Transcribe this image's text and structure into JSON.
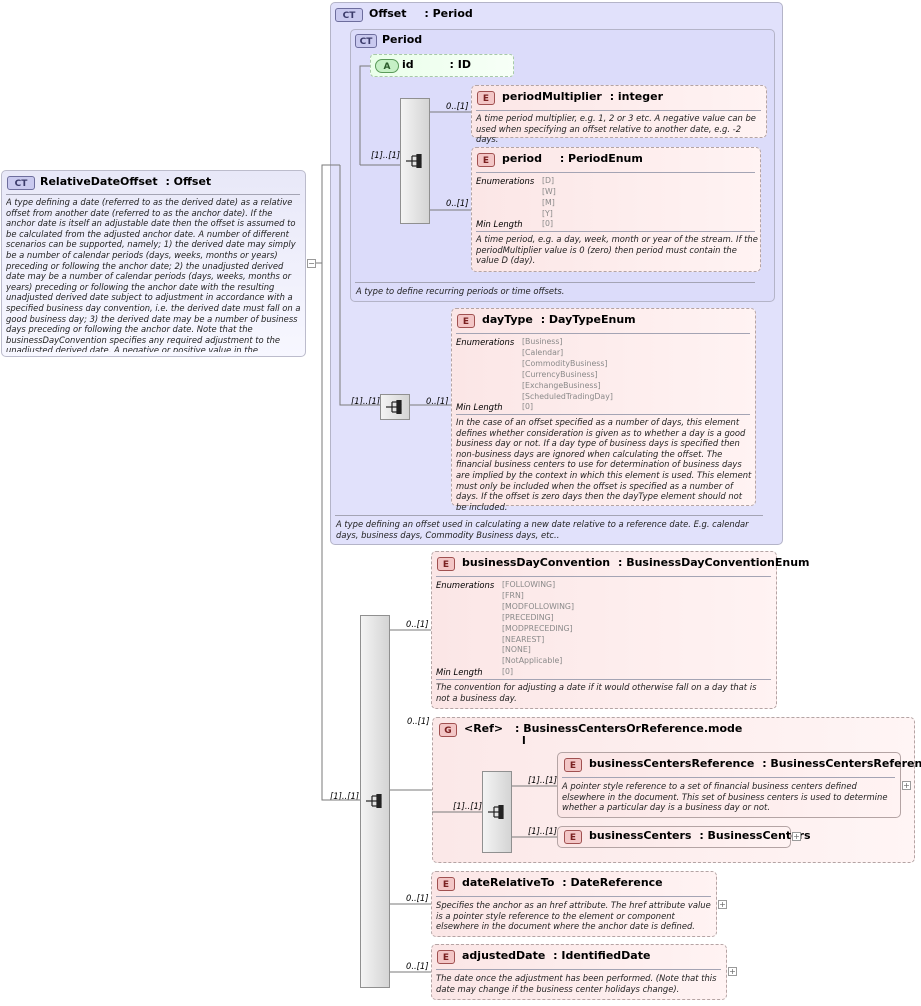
{
  "offset": {
    "badge": "CT",
    "name": "Offset",
    "type": ": Period",
    "desc": "A type defining an offset used in calculating a new date relative to a reference date. E.g. calendar days, business days, Commodity Business days, etc.."
  },
  "period_ct": {
    "badge": "CT",
    "name": "Period",
    "desc": "A type to define recurring periods or time offsets."
  },
  "id_attr": {
    "badge": "A",
    "name": "id",
    "type": ": ID"
  },
  "period_multiplier": {
    "badge": "E",
    "name": "periodMultiplier",
    "type": ": integer",
    "desc": "A time period multiplier, e.g. 1, 2 or 3 etc. A negative value can be used when specifying an offset relative to another date, e.g. -2 days."
  },
  "period": {
    "badge": "E",
    "name": "period",
    "type": ": PeriodEnum",
    "enum_label": "Enumerations",
    "enums": [
      "[D]",
      "[W]",
      "[M]",
      "[Y]"
    ],
    "minlen_label": "Min Length",
    "minlen": "[0]",
    "desc": "A time period, e.g. a day, week, month or year of the stream. If the periodMultiplier value is 0 (zero) then period must contain the value D (day)."
  },
  "day_type": {
    "badge": "E",
    "name": "dayType",
    "type": ": DayTypeEnum",
    "enum_label": "Enumerations",
    "enums": [
      "[Business]",
      "[Calendar]",
      "[CommodityBusiness]",
      "[CurrencyBusiness]",
      "[ExchangeBusiness]",
      "[ScheduledTradingDay]"
    ],
    "minlen_label": "Min Length",
    "minlen": "[0]",
    "desc": "In the case of an offset specified as a number of days, this element defines whether consideration is given as to whether a day is a good business day or not. If a day type of business days is specified then non-business days are ignored when calculating the offset. The financial business centers to use for determination of business days are implied by the context in which this element is used. This element must only be included when the offset is specified as a number of days. If the offset is zero days then the dayType element should not be included."
  },
  "root": {
    "badge": "CT",
    "name": "RelativeDateOffset",
    "type": ": Offset",
    "desc": "A type defining a date (referred to as the derived date) as a relative offset from another date (referred to as the anchor date). If the anchor date is itself an adjustable date then the offset is assumed to be calculated from the adjusted anchor date. A number of different scenarios can be supported, namely; 1) the derived date may simply be a number of calendar periods (days, weeks, months or years) preceding or following the anchor date; 2) the unadjusted derived date may be a number of calendar periods (days, weeks, months or years) preceding or following the anchor date with the resulting unadjusted derived date subject to adjustment in accordance with a specified business day convention, i.e. the derived date must fall on a good business day; 3) the derived date may be a number of business days preceding or following the anchor date. Note that the businessDayConvention specifies any required adjustment to the unadjusted derived date. A negative or positive value in the periodMultiplier indicates whether the unadjusted derived precedes o"
  },
  "bdc": {
    "badge": "E",
    "name": "businessDayConvention",
    "type": ": BusinessDayConventionEnum",
    "enum_label": "Enumerations",
    "enums": [
      "[FOLLOWING]",
      "[FRN]",
      "[MODFOLLOWING]",
      "[PRECEDING]",
      "[MODPRECEDING]",
      "[NEAREST]",
      "[NONE]",
      "[NotApplicable]"
    ],
    "minlen_label": "Min Length",
    "minlen": "[0]",
    "desc": "The convention for adjusting a date if it would otherwise fall on a day that is not a business day."
  },
  "group": {
    "badge": "G",
    "name": "<Ref>",
    "type_line1": ": BusinessCentersOrReference.mode",
    "type_line2": "l"
  },
  "bcr": {
    "badge": "E",
    "name": "businessCentersReference",
    "type": ": BusinessCentersReference",
    "desc": "A pointer style reference to a set of financial business centers defined elsewhere in the document. This set of business centers is used to determine whether a particular day is a business day or not."
  },
  "bc": {
    "badge": "E",
    "name": "businessCenters",
    "type": ": BusinessCenters"
  },
  "drt": {
    "badge": "E",
    "name": "dateRelativeTo",
    "type": ": DateReference",
    "desc": "Specifies the anchor as an href attribute. The href attribute value is a pointer style reference to the element or component elsewhere in the document where the anchor date is defined."
  },
  "adj": {
    "badge": "E",
    "name": "adjustedDate",
    "type": ": IdentifiedDate",
    "desc": "The date once the adjustment has been performed. (Note that this date may change if the business center holidays change)."
  },
  "mult": {
    "root_seq": "[1]..[1]",
    "offset_seq": "[1]..[1]",
    "period_seq": "[1]..[1]",
    "period_multiplier": "0..[1]",
    "period": "0..[1]",
    "day_type": "0..[1]",
    "bdc": "0..[1]",
    "group": "0..[1]",
    "group_seq": "[1]..[1]",
    "bcr": "[1]..[1]",
    "bc": "[1]..[1]",
    "drt": "0..[1]",
    "adj": "0..[1]"
  },
  "expand_symbol": "+",
  "collapse_symbol": "−"
}
